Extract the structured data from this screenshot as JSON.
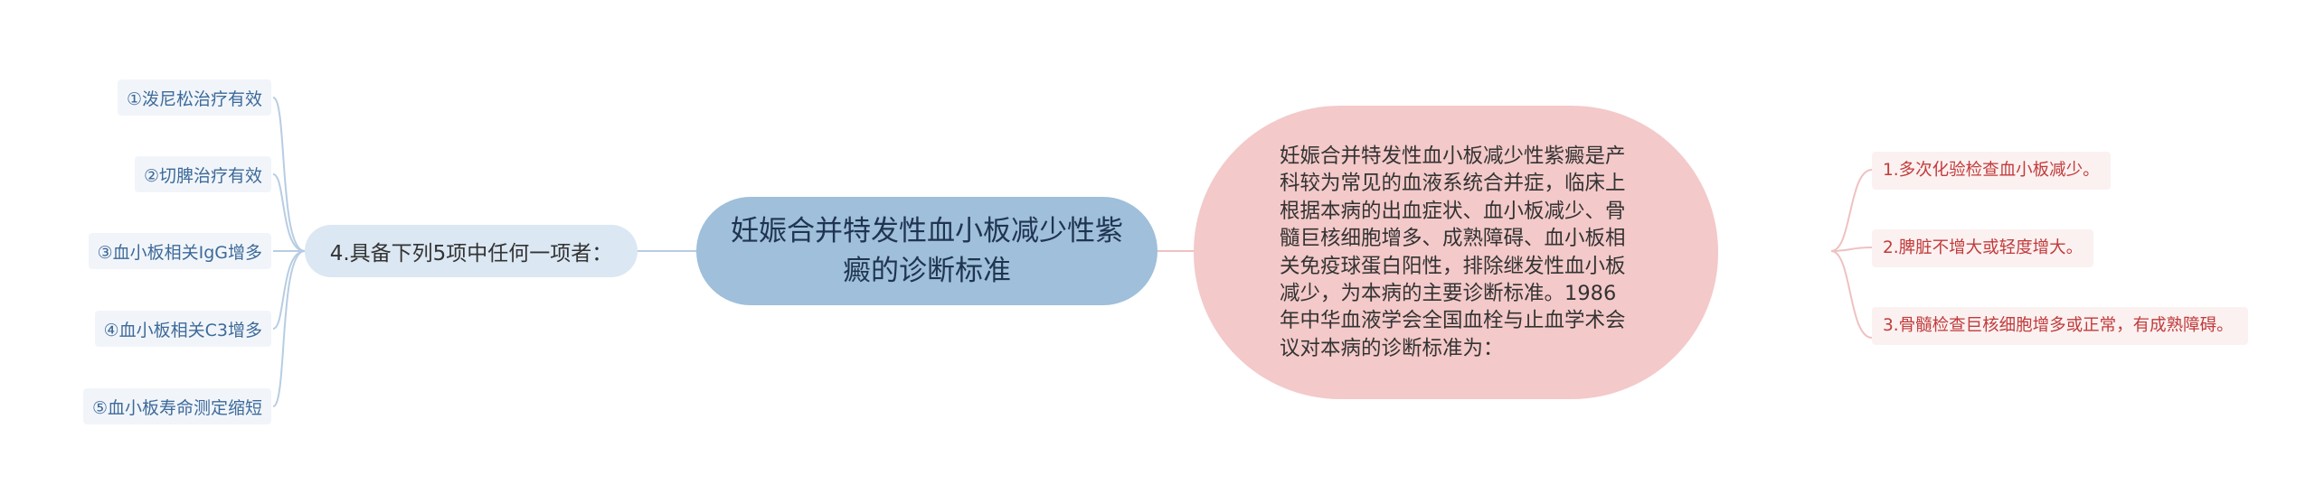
{
  "diagram": {
    "root": "妊娠合并特发性血小板减少性紫癜的诊断标准",
    "description": "妊娠合并特发性血小板减少性紫癜是产科较为常见的血液系统合并症，临床上根据本病的出血症状、血小板减少、骨髓巨核细胞增多、成熟障碍、血小板相关免疫球蛋白阳性，排除继发性血小板减少，为本病的主要诊断标准。1986年中华血液学会全国血栓与止血学术会议对本病的诊断标准为：",
    "criteria": [
      "1.多次化验检查血小板减少。",
      "2.脾脏不增大或轻度增大。",
      "3.骨髓检查巨核细胞增多或正常，有成熟障碍。"
    ],
    "condition": "4.具备下列5项中任何一项者：",
    "condition_items": [
      "①泼尼松治疗有效",
      "②切脾治疗有效",
      "③血小板相关IgG增多",
      "④血小板相关C3增多",
      "⑤血小板寿命测定缩短"
    ],
    "colors": {
      "root_fill": "#9fbfda",
      "description_fill": "#f4c9c9",
      "condition_fill": "#dbe7f3",
      "left_leaf_text": "#3d6a99",
      "right_leaf_text": "#c23b3b",
      "left_connector": "#b7cde3",
      "right_connector": "#efc1c1"
    }
  }
}
